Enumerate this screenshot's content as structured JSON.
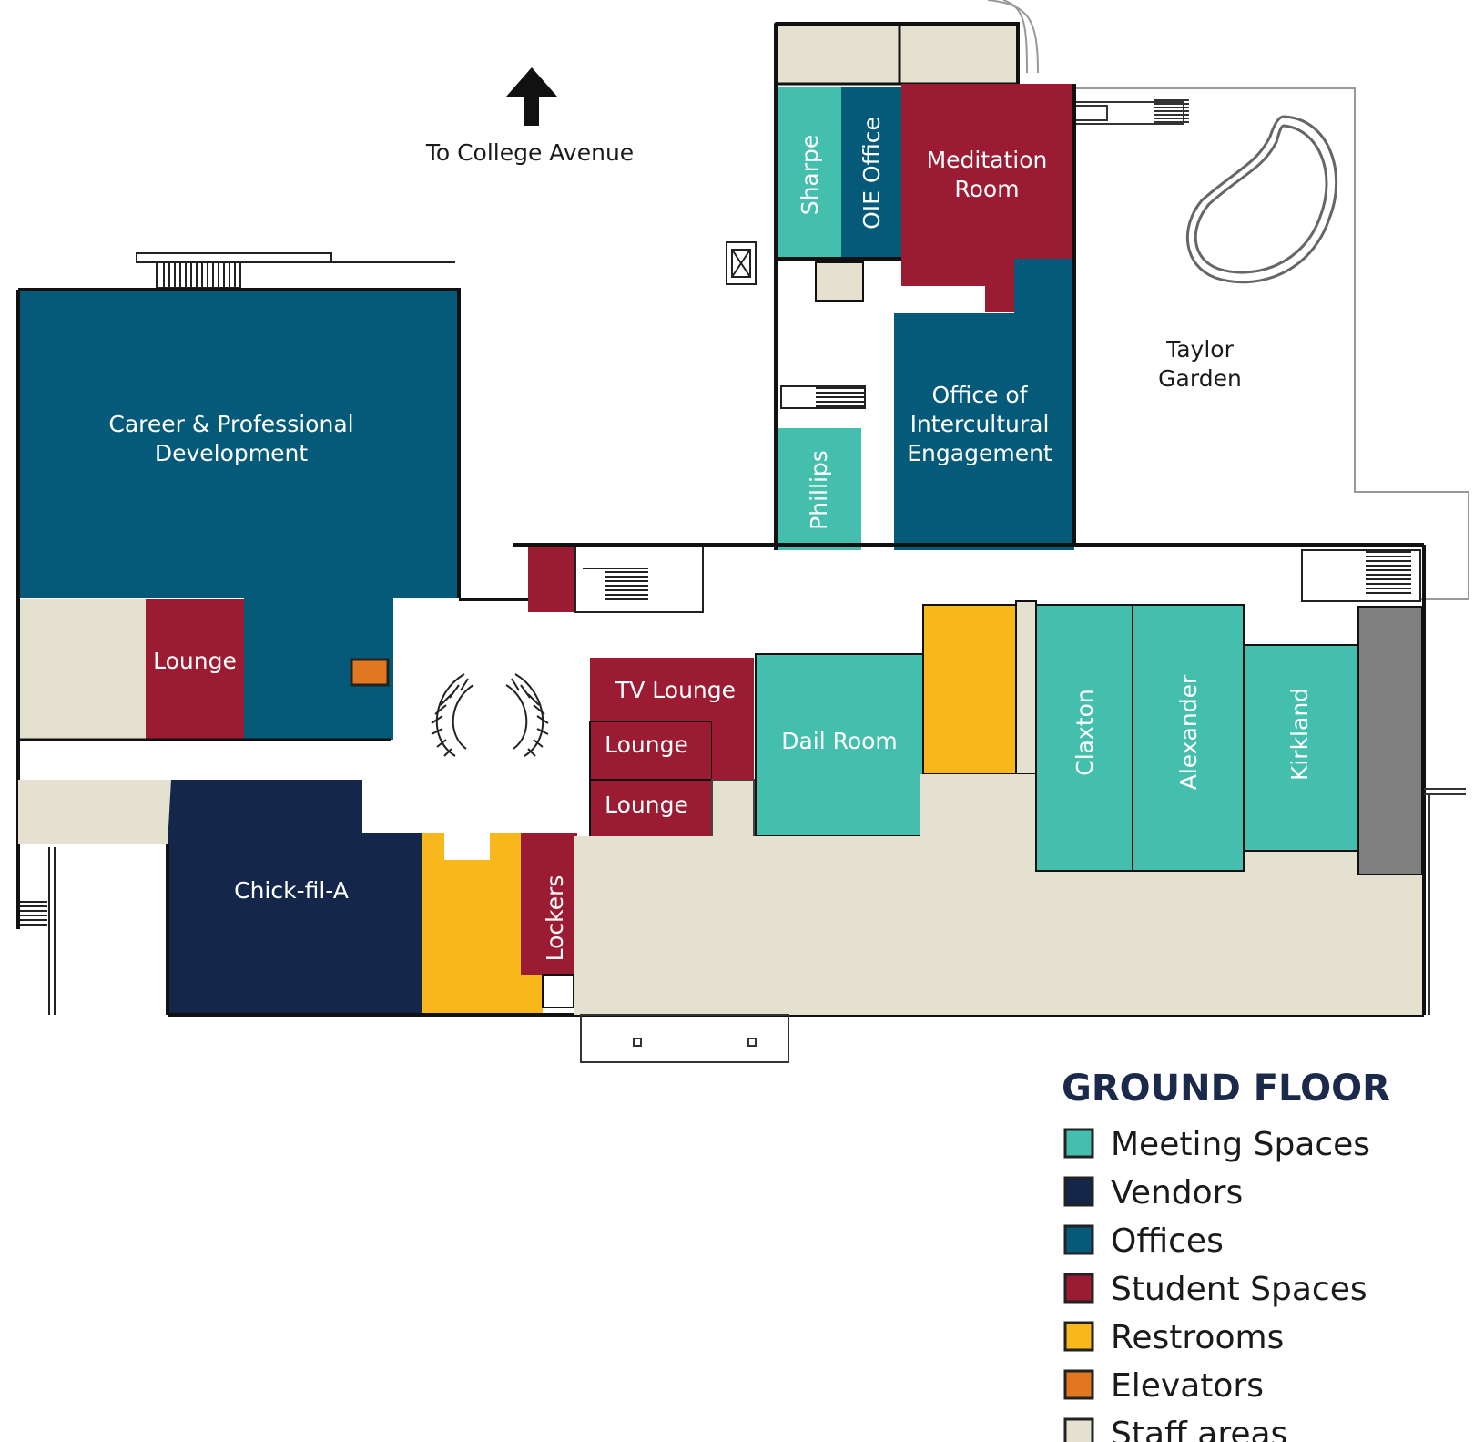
{
  "colors": {
    "meeting": "#45bfad",
    "vendor": "#14274a",
    "office": "#055a7a",
    "student": "#9b1b32",
    "restroom": "#f8b81c",
    "elevator": "#e1781f",
    "staff": "#e4e1d0",
    "utility": "#808080",
    "wall": "#111111"
  },
  "direction": {
    "label": "To College Avenue"
  },
  "garden": {
    "line1": "Taylor",
    "line2": "Garden"
  },
  "rooms": {
    "career_line1": "Career & Professional",
    "career_line2": "Development",
    "lounge_left": "Lounge",
    "chick_fil_a": "Chick-fil-A",
    "lockers": "Lockers",
    "tv_lounge": "TV Lounge",
    "lounge_mid": "Lounge",
    "lounge_low": "Lounge",
    "dail_room": "Dail Room",
    "claxton": "Claxton",
    "alexander": "Alexander",
    "kirkland": "Kirkland",
    "sharpe": "Sharpe",
    "oie_office": "OIE Office",
    "meditation_line1": "Meditation",
    "meditation_line2": "Room",
    "oie_line1": "Office of",
    "oie_line2": "Intercultural",
    "oie_line3": "Engagement",
    "phillips": "Phillips"
  },
  "legend": {
    "title": "GROUND FLOOR",
    "items": [
      {
        "label": "Meeting Spaces",
        "color": "#45bfad"
      },
      {
        "label": "Vendors",
        "color": "#14274a"
      },
      {
        "label": "Offices",
        "color": "#055a7a"
      },
      {
        "label": "Student Spaces",
        "color": "#9b1b32"
      },
      {
        "label": "Restrooms",
        "color": "#f8b81c"
      },
      {
        "label": "Elevators",
        "color": "#e1781f"
      },
      {
        "label": "Staff areas",
        "color": "#e4e1d0"
      }
    ]
  }
}
